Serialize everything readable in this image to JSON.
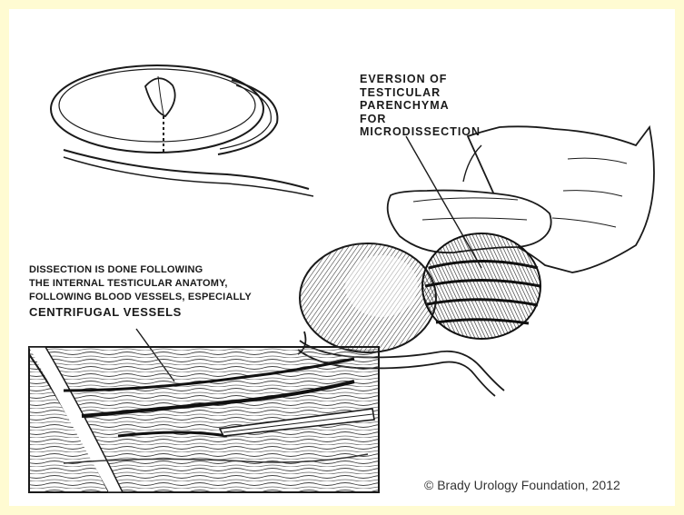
{
  "labels": {
    "eversion": [
      "EVERSION OF",
      "TESTICULAR",
      "PARENCHYMA",
      "FOR",
      "MICRODISSECTION"
    ],
    "dissection": [
      "DISSECTION IS DONE FOLLOWING",
      "THE INTERNAL TESTICULAR ANATOMY,",
      "FOLLOWING BLOOD VESSELS, ESPECIALLY",
      "CENTRIFUGAL VESSELS"
    ]
  },
  "copyright": "© Brady Urology Foundation, 2012",
  "colors": {
    "background": "#fffbd2",
    "panel": "#ffffff",
    "ink": "#1a1a1a"
  }
}
